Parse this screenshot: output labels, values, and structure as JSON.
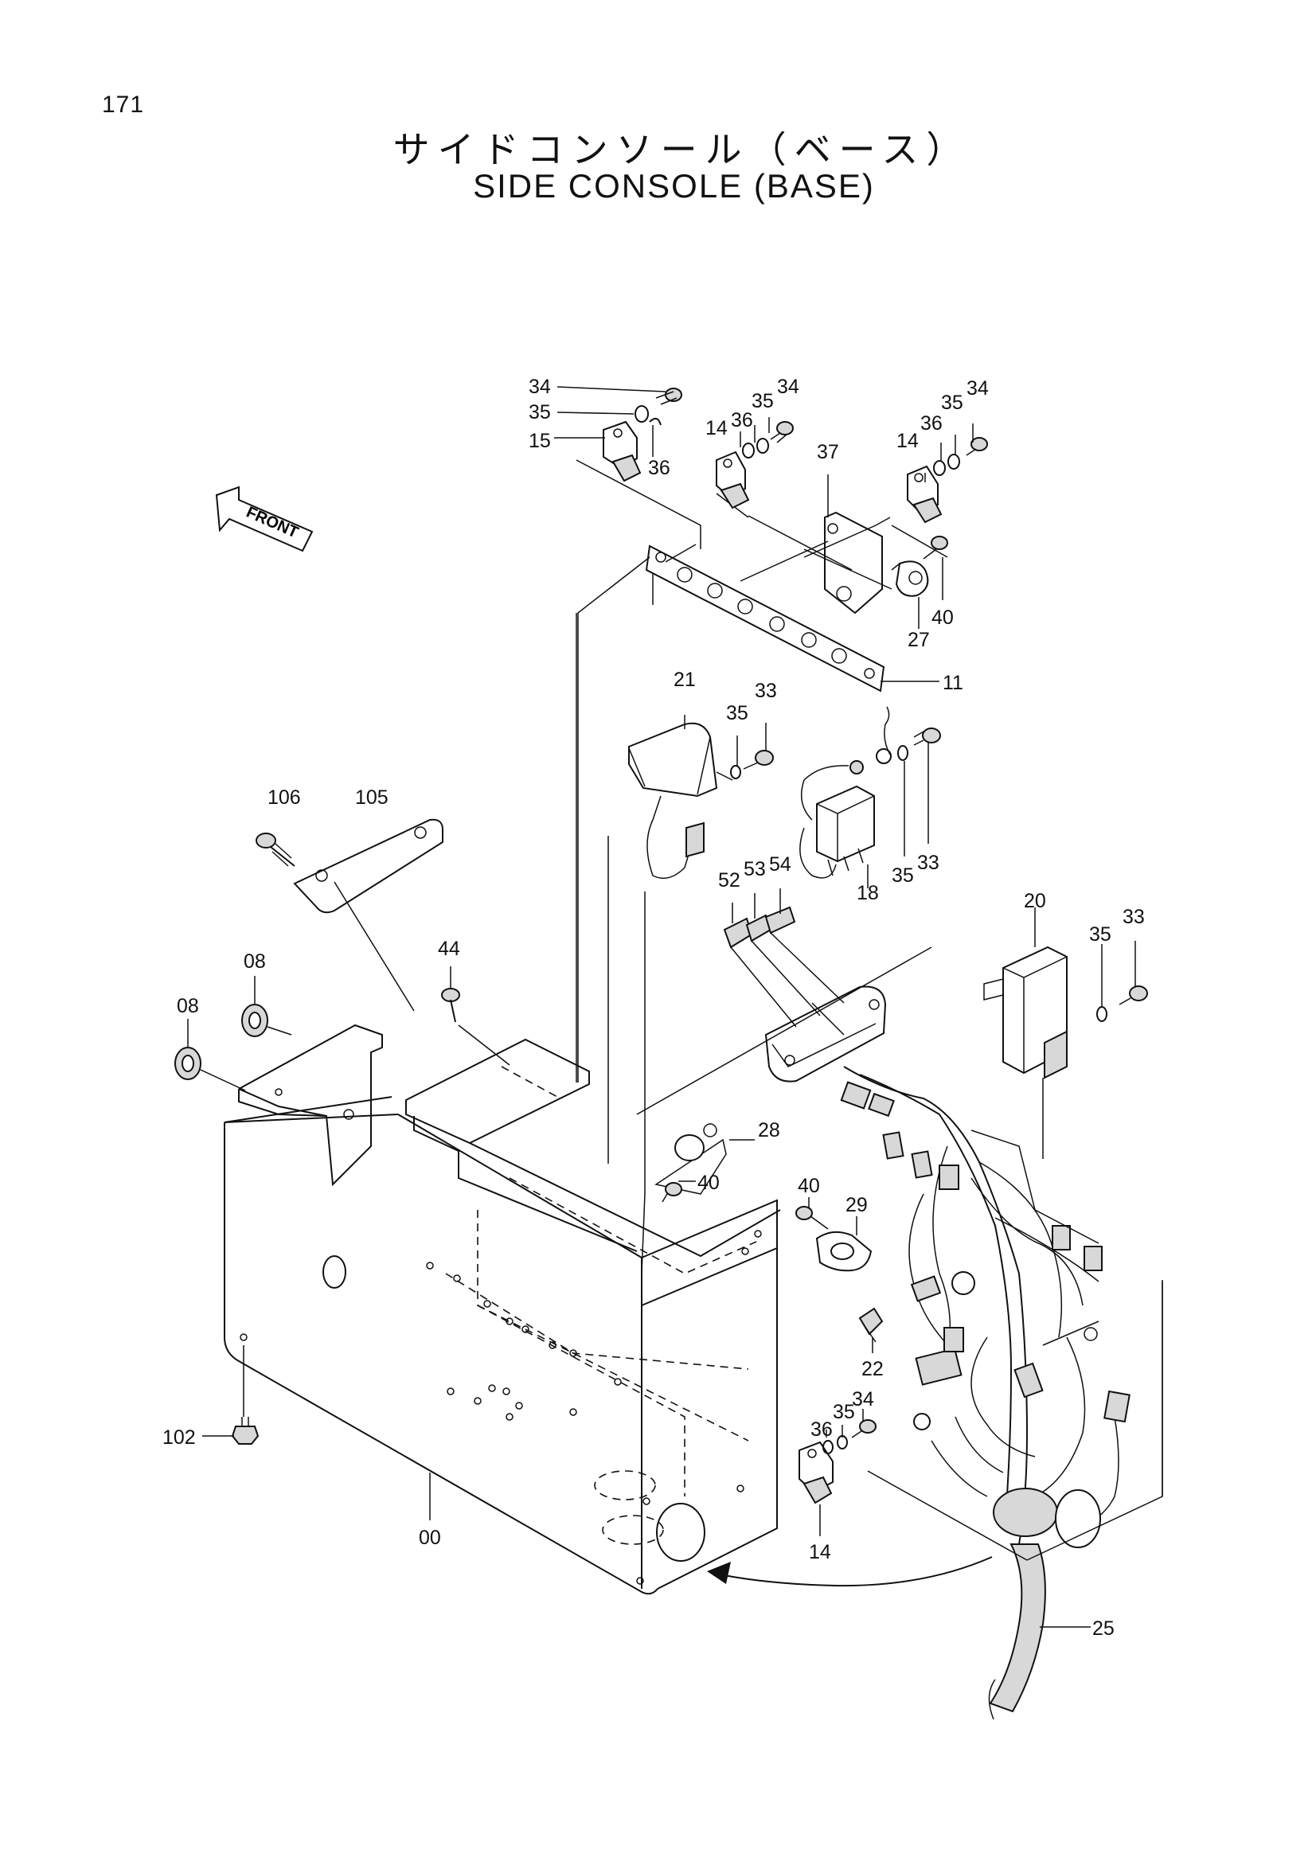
{
  "page_number": "171",
  "title_jp": "サイドコンソール（ベース）",
  "title_en": "SIDE CONSOLE (BASE)",
  "front_label": "FRONT",
  "callouts": [
    {
      "id": "c34a",
      "label": "34"
    },
    {
      "id": "c35a",
      "label": "35"
    },
    {
      "id": "c15",
      "label": "15"
    },
    {
      "id": "c36a",
      "label": "36"
    },
    {
      "id": "c14a",
      "label": "14"
    },
    {
      "id": "c36b",
      "label": "36"
    },
    {
      "id": "c35b",
      "label": "35"
    },
    {
      "id": "c34b",
      "label": "34"
    },
    {
      "id": "c37",
      "label": "37"
    },
    {
      "id": "c14b",
      "label": "14"
    },
    {
      "id": "c36c",
      "label": "36"
    },
    {
      "id": "c35c",
      "label": "35"
    },
    {
      "id": "c34c",
      "label": "34"
    },
    {
      "id": "c40a",
      "label": "40"
    },
    {
      "id": "c27",
      "label": "27"
    },
    {
      "id": "c11",
      "label": "11"
    },
    {
      "id": "c21",
      "label": "21"
    },
    {
      "id": "c35d",
      "label": "35"
    },
    {
      "id": "c33a",
      "label": "33"
    },
    {
      "id": "c18",
      "label": "18"
    },
    {
      "id": "c35e",
      "label": "35"
    },
    {
      "id": "c33b",
      "label": "33"
    },
    {
      "id": "c106",
      "label": "106"
    },
    {
      "id": "c105",
      "label": "105"
    },
    {
      "id": "c52",
      "label": "52"
    },
    {
      "id": "c53",
      "label": "53"
    },
    {
      "id": "c54",
      "label": "54"
    },
    {
      "id": "c20",
      "label": "20"
    },
    {
      "id": "c35f",
      "label": "35"
    },
    {
      "id": "c33c",
      "label": "33"
    },
    {
      "id": "c08a",
      "label": "08"
    },
    {
      "id": "c08b",
      "label": "08"
    },
    {
      "id": "c44",
      "label": "44"
    },
    {
      "id": "c28",
      "label": "28"
    },
    {
      "id": "c40b",
      "label": "40"
    },
    {
      "id": "c40c",
      "label": "40"
    },
    {
      "id": "c29",
      "label": "29"
    },
    {
      "id": "c22",
      "label": "22"
    },
    {
      "id": "c36d",
      "label": "36"
    },
    {
      "id": "c35g",
      "label": "35"
    },
    {
      "id": "c34d",
      "label": "34"
    },
    {
      "id": "c102",
      "label": "102"
    },
    {
      "id": "c00",
      "label": "00"
    },
    {
      "id": "c14c",
      "label": "14"
    },
    {
      "id": "c25",
      "label": "25"
    }
  ]
}
